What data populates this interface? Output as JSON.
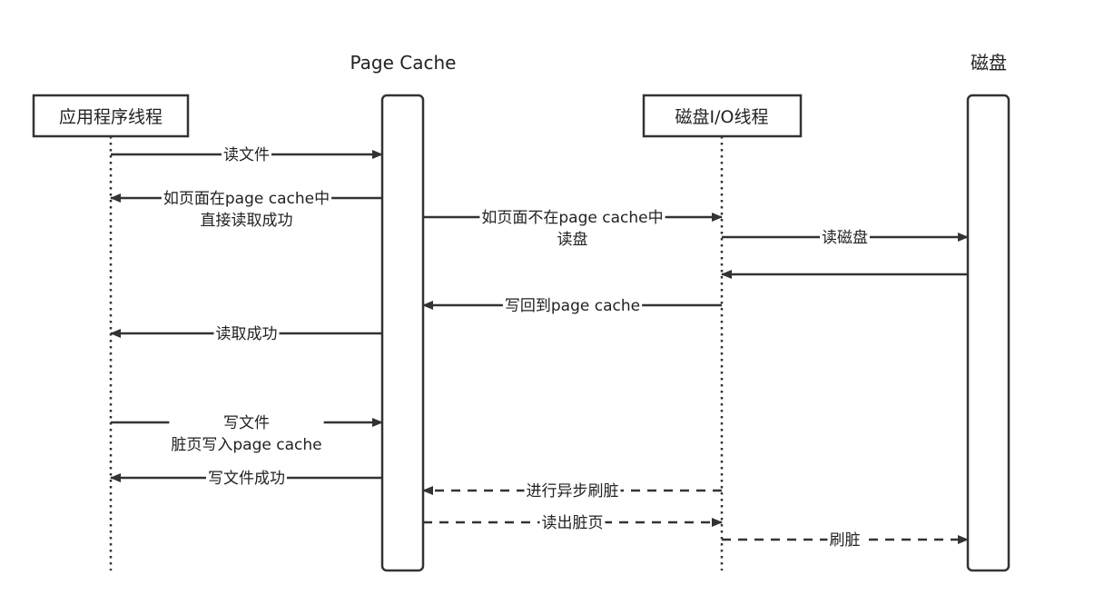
{
  "participants": {
    "app_thread": {
      "label": "应用程序线程"
    },
    "page_cache": {
      "label": "Page Cache"
    },
    "disk_io_thread": {
      "label": "磁盘I/O线程"
    },
    "disk": {
      "label": "磁盘"
    }
  },
  "messages": [
    {
      "id": "read-file",
      "from": "app_thread",
      "to": "page_cache",
      "style": "solid",
      "lines": [
        "读文件"
      ]
    },
    {
      "id": "cache-hit",
      "from": "page_cache",
      "to": "app_thread",
      "style": "solid",
      "lines": [
        "如页面在page cache中",
        "直接读取成功"
      ]
    },
    {
      "id": "cache-miss",
      "from": "page_cache",
      "to": "disk_io_thread",
      "style": "solid",
      "lines": [
        "如页面不在page cache中",
        "读盘"
      ]
    },
    {
      "id": "read-disk",
      "from": "disk_io_thread",
      "to": "disk",
      "style": "solid",
      "lines": [
        "读磁盘"
      ]
    },
    {
      "id": "disk-return",
      "from": "disk",
      "to": "disk_io_thread",
      "style": "solid",
      "lines": []
    },
    {
      "id": "write-back",
      "from": "disk_io_thread",
      "to": "page_cache",
      "style": "solid",
      "lines": [
        "写回到page cache"
      ]
    },
    {
      "id": "read-success",
      "from": "page_cache",
      "to": "app_thread",
      "style": "solid",
      "lines": [
        "读取成功"
      ]
    },
    {
      "id": "write-file",
      "from": "app_thread",
      "to": "page_cache",
      "style": "solid",
      "lines": [
        "写文件",
        "脏页写入page cache"
      ]
    },
    {
      "id": "write-success",
      "from": "page_cache",
      "to": "app_thread",
      "style": "solid",
      "lines": [
        "写文件成功"
      ]
    },
    {
      "id": "async-flush",
      "from": "disk_io_thread",
      "to": "page_cache",
      "style": "dashed",
      "lines": [
        "进行异步刷脏"
      ]
    },
    {
      "id": "read-dirty",
      "from": "page_cache",
      "to": "disk_io_thread",
      "style": "dashed",
      "lines": [
        "读出脏页"
      ]
    },
    {
      "id": "flush-dirty",
      "from": "disk_io_thread",
      "to": "disk",
      "style": "dashed",
      "lines": [
        "刷脏"
      ]
    }
  ],
  "colors": {
    "line": "#333333",
    "text": "#222222",
    "background": "#ffffff"
  }
}
